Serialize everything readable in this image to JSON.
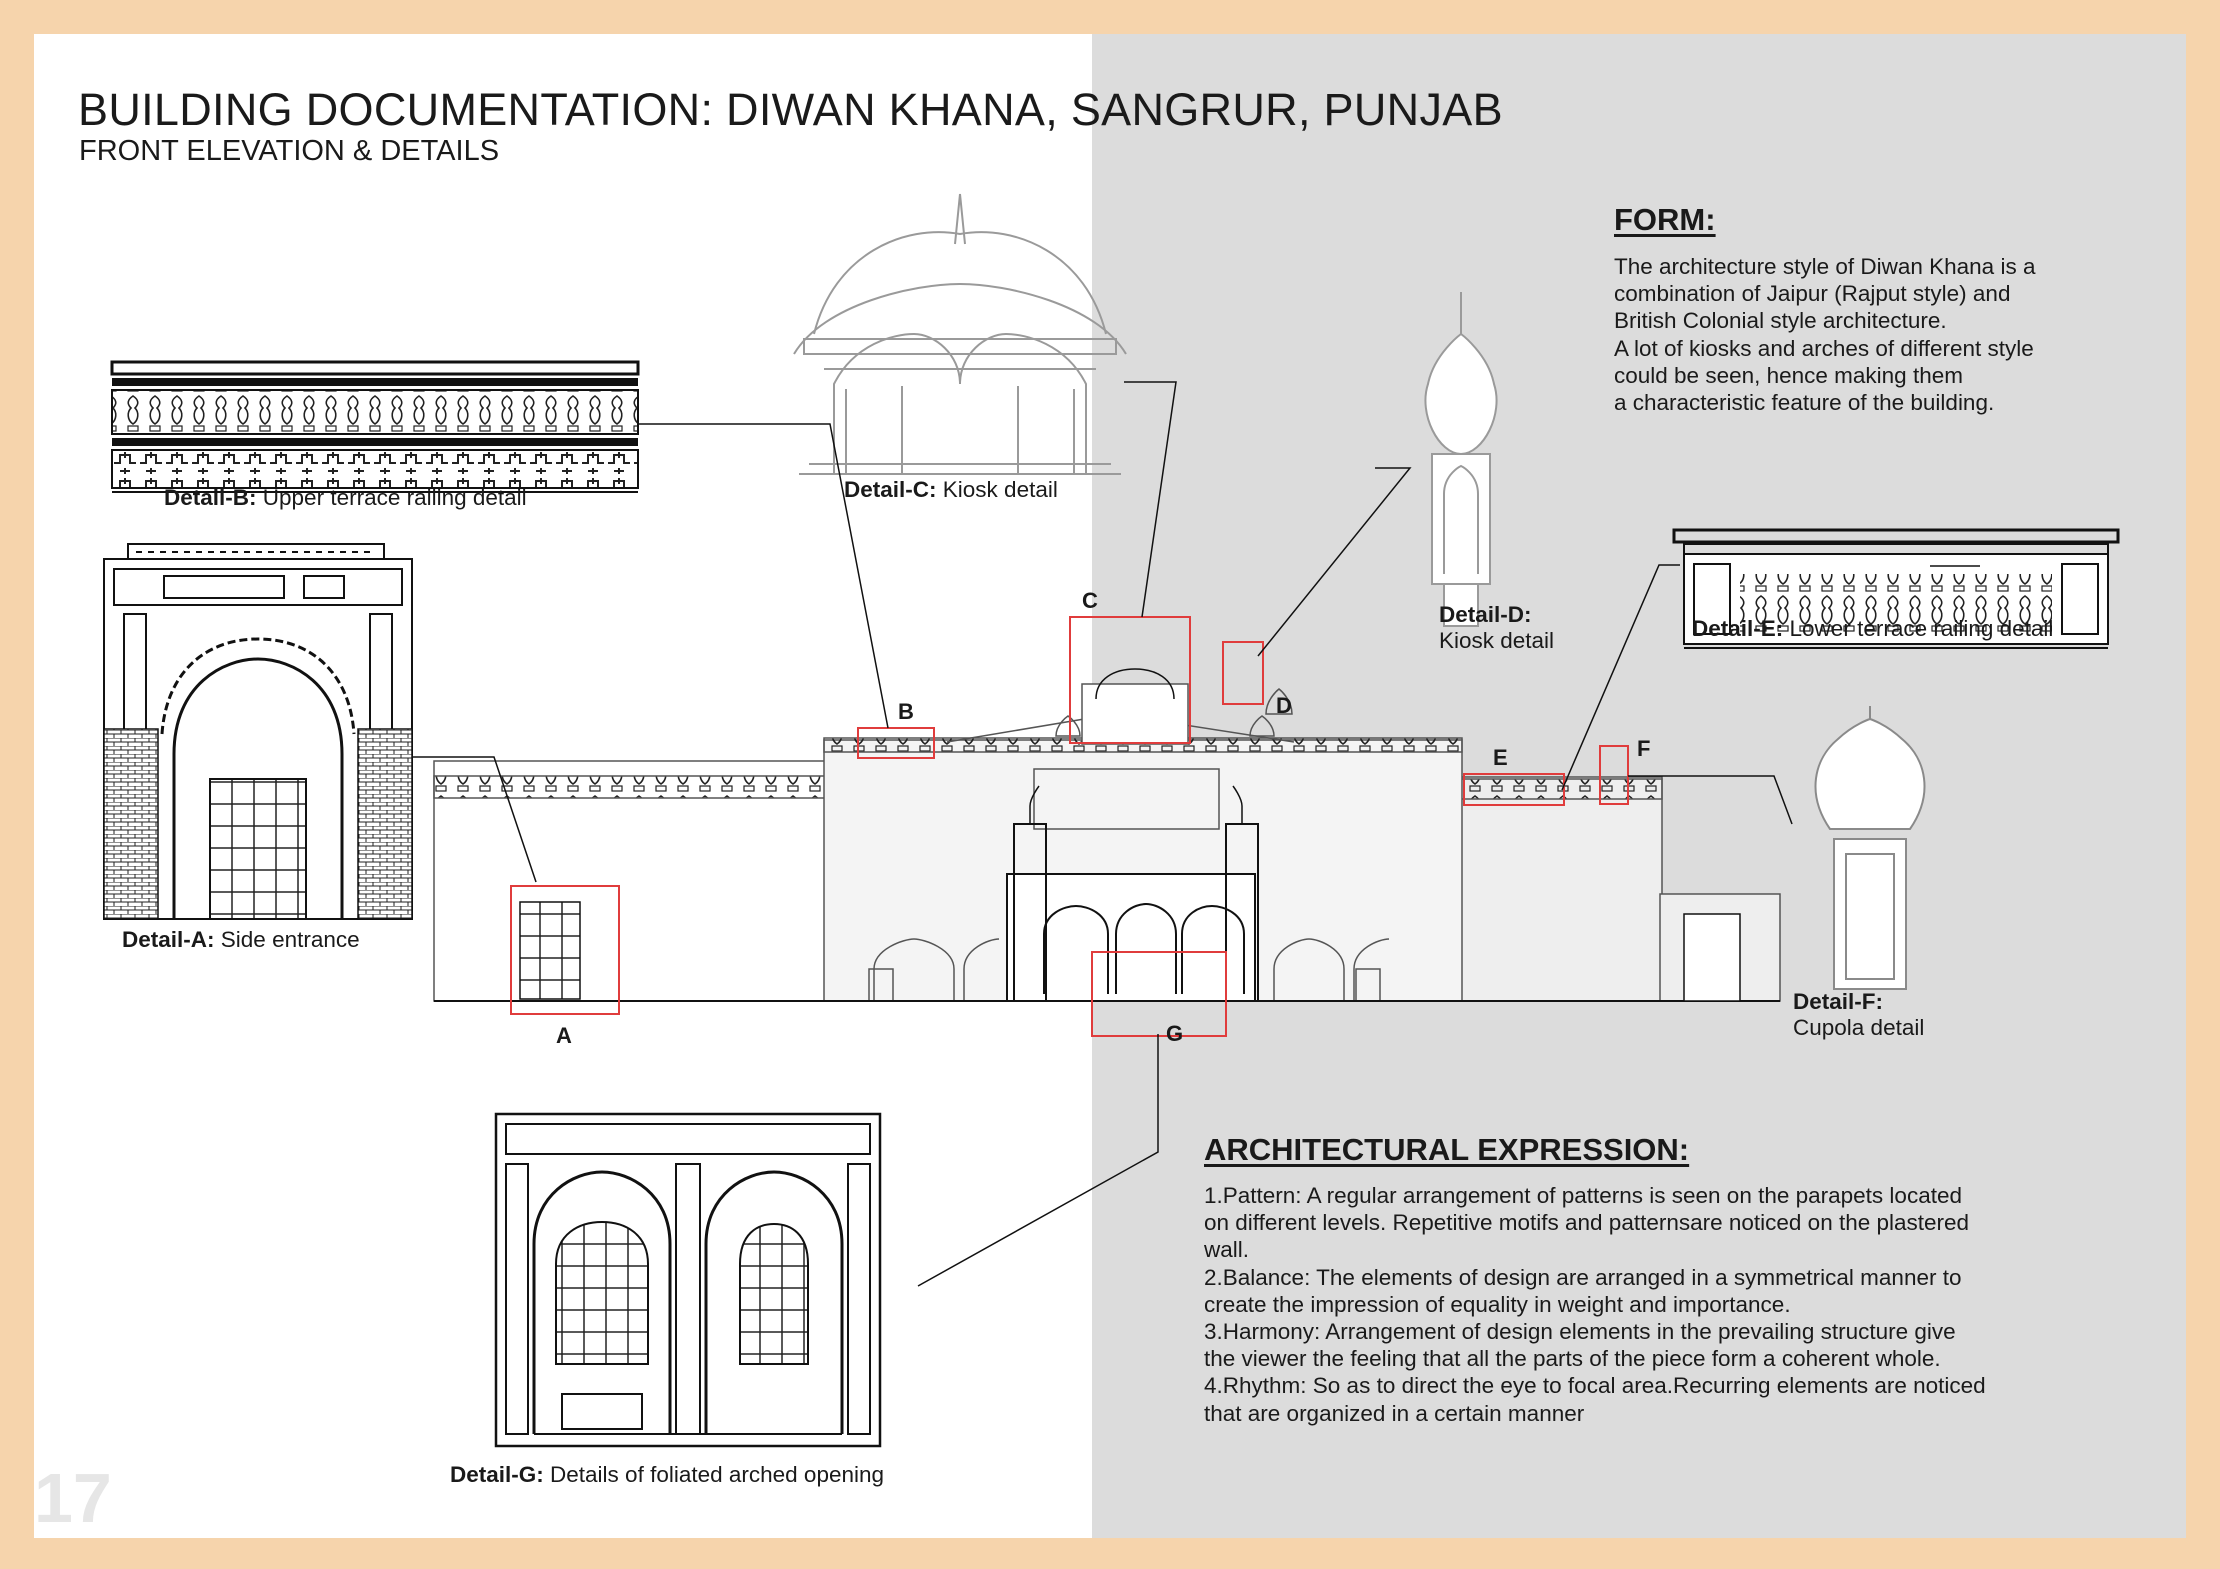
{
  "title": "BUILDING DOCUMENTATION: DIWAN KHANA, SANGRUR, PUNJAB",
  "subtitle": "FRONT ELEVATION & DETAILS",
  "form": {
    "heading": "FORM:",
    "lines": [
      "The architecture style of Diwan Khana is a",
      "combination of Jaipur (Rajput style) and",
      "British Colonial style architecture.",
      "A lot of kiosks and arches of different style",
      "could be seen, hence making them",
      "a characteristic feature of the building."
    ]
  },
  "expression": {
    "heading": "ARCHITECTURAL EXPRESSION:",
    "lines": [
      "1.Pattern: A regular arrangement of patterns is seen on the parapets located",
      "on different levels. Repetitive motifs and patternsare noticed on the plastered",
      "wall.",
      "2.Balance: The elements of design are arranged in a symmetrical manner to",
      "create the impression of equality in weight and importance.",
      "3.Harmony: Arrangement of design elements in the prevailing structure give",
      "the viewer the feeling that all the parts of the piece form a coherent whole.",
      "4.Rhythm: So as to direct the eye to focal area.Recurring elements are noticed",
      "that are organized in a certain manner"
    ]
  },
  "details": {
    "a": {
      "label": "Detail-A:",
      "text": "Side entrance"
    },
    "b": {
      "label": "Detail-B:",
      "text": "Upper terrace railing detail"
    },
    "c": {
      "label": "Detail-C:",
      "text": "Kiosk detail"
    },
    "d": {
      "label": "Detail-D:",
      "text": "Kiosk detail"
    },
    "e": {
      "label": "Detail-E:",
      "text": "Lower terrace railing detail"
    },
    "f": {
      "label": "Detail-F:",
      "text": "Cupola detail"
    },
    "g": {
      "label": "Detail-G:",
      "text": "Details of foliated arched opening"
    }
  },
  "markers": {
    "a": "A",
    "b": "B",
    "c": "C",
    "d": "D",
    "e": "E",
    "f": "F",
    "g": "G"
  },
  "page_number": "17",
  "colors": {
    "background": "#f6d4ac",
    "left_panel": "#ffffff",
    "right_panel": "#dcdcdc",
    "highlight": "#e03c3c"
  }
}
